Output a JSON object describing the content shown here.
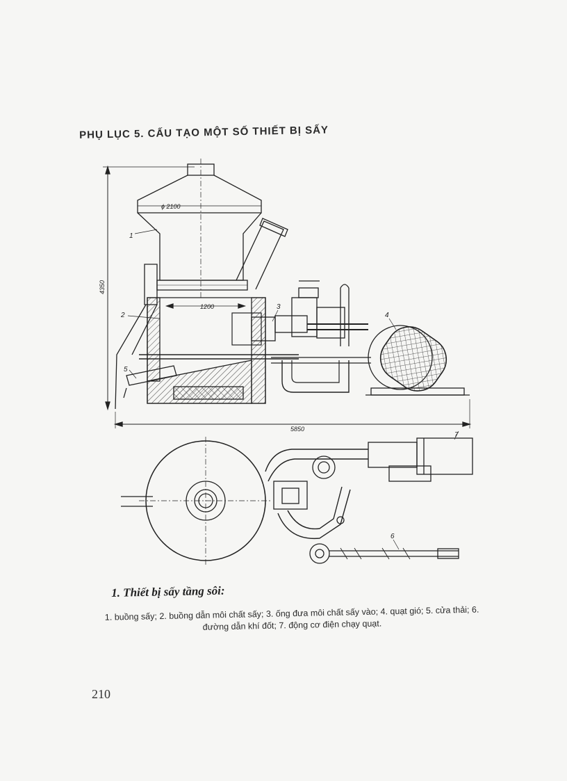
{
  "heading": "PHỤ LỤC 5. CẤU TẠO MỘT SỐ THIẾT BỊ SẤY",
  "drawing": {
    "dimensions": {
      "diameter_top": "ϕ 2100",
      "inner_width": "1200",
      "height": "4350",
      "total_length": "5850"
    },
    "part_labels": [
      "1",
      "2",
      "3",
      "4",
      "5",
      "6",
      "7"
    ]
  },
  "section_title": "1. Thiết bị sấy tầng sôi:",
  "caption": "1. buồng sấy; 2. buồng dẫn môi chất sấy; 3. ống đưa môi chất sấy vào; 4. quạt gió; 5. cửa thải; 6. đường dẫn khí đốt; 7. động cơ điện chạy quạt.",
  "page_number": "210"
}
